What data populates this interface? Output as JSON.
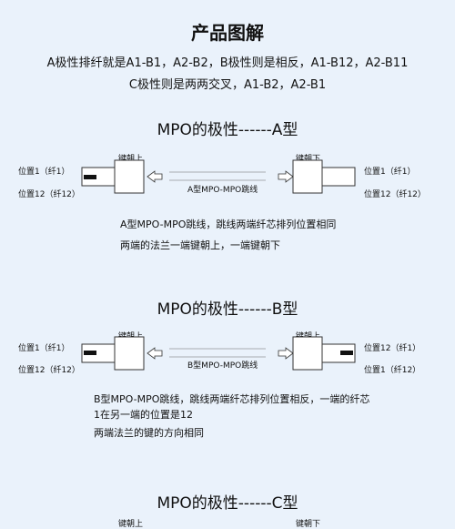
{
  "title": "产品图解",
  "intro": {
    "line1": "A极性排纤就是A1-B1，A2-B2，B极性则是相反，A1-B12，A2-B11",
    "line2": "C极性则是两两交叉，A1-B2，A2-B1"
  },
  "sections": [
    {
      "title": "MPO的极性------A型",
      "key_left": "键朝上",
      "key_right": "键朝下",
      "left_top": "位置1（纤1）",
      "left_bottom": "位置12（纤12）",
      "right_top": "位置1（纤1）",
      "right_bottom": "位置12（纤12）",
      "cable_label": "A型MPO-MPO跳线",
      "desc": [
        "A型MPO-MPO跳线，跳线两端纤芯排列位置相同",
        "两端的法兰一端键朝上，一端键朝下"
      ]
    },
    {
      "title": "MPO的极性------B型",
      "key_left": "键朝上",
      "key_right": "键朝上",
      "left_top": "位置1（纤1）",
      "left_bottom": "位置12（纤12）",
      "right_top": "位置12（纤1）",
      "right_bottom": "位置1（纤12）",
      "cable_label": "B型MPO-MPO跳线",
      "desc": [
        "B型MPO-MPO跳线，跳线两端纤芯排列位置相反，一端的纤芯",
        "1在另一端的位置是12",
        "两端法兰的键的方向相同"
      ]
    },
    {
      "title": "MPO的极性------C型",
      "key_left": "键朝上",
      "key_right": "键朝下"
    }
  ]
}
